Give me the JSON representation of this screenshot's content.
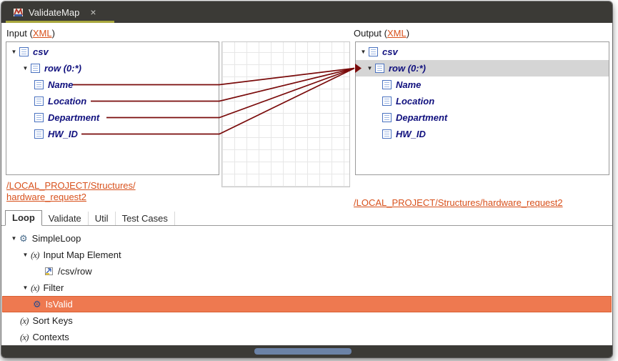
{
  "titlebar": {
    "tab_title": "ValidateMap",
    "close_glyph": "×"
  },
  "io_labels": {
    "input_prefix": "Input (",
    "input_link": "XML",
    "input_close": ")",
    "output_prefix": "Output (",
    "output_link": "XML",
    "output_close": ")"
  },
  "input_tree": {
    "root": "csv",
    "loop_node": "row (0:*)",
    "fields": [
      "Name",
      "Location",
      "Department",
      "HW_ID"
    ],
    "path_line1": "/LOCAL_PROJECT/Structures/",
    "path_line2": "hardware_request2"
  },
  "output_tree": {
    "root": "csv",
    "loop_node": "row (0:*)",
    "fields": [
      "Name",
      "Location",
      "Department",
      "HW_ID"
    ],
    "path": "/LOCAL_PROJECT/Structures/hardware_request2"
  },
  "tabs": [
    "Loop",
    "Validate",
    "Util",
    "Test Cases"
  ],
  "loop_panel": {
    "simpleloop": "SimpleLoop",
    "input_map_element": "Input Map Element",
    "xpath": "/csv/row",
    "filter": "Filter",
    "isvalid": "IsValid",
    "sort_keys": "Sort Keys",
    "contexts": "Contexts"
  },
  "icons": {
    "expander": "▼",
    "variable": "(x)",
    "gear": "⚙"
  },
  "colors": {
    "titlebar_bg": "#3b3a36",
    "tab_underline": "#a8a73d",
    "link_color": "#d8511c",
    "tree_text": "#10107e",
    "map_line": "#7a0b0b",
    "selection_gray": "#d5d5d5",
    "isvalid_bg": "#ee7950",
    "isvalid_border": "#d85f33",
    "scrollbar_thumb": "#6b82a6"
  }
}
